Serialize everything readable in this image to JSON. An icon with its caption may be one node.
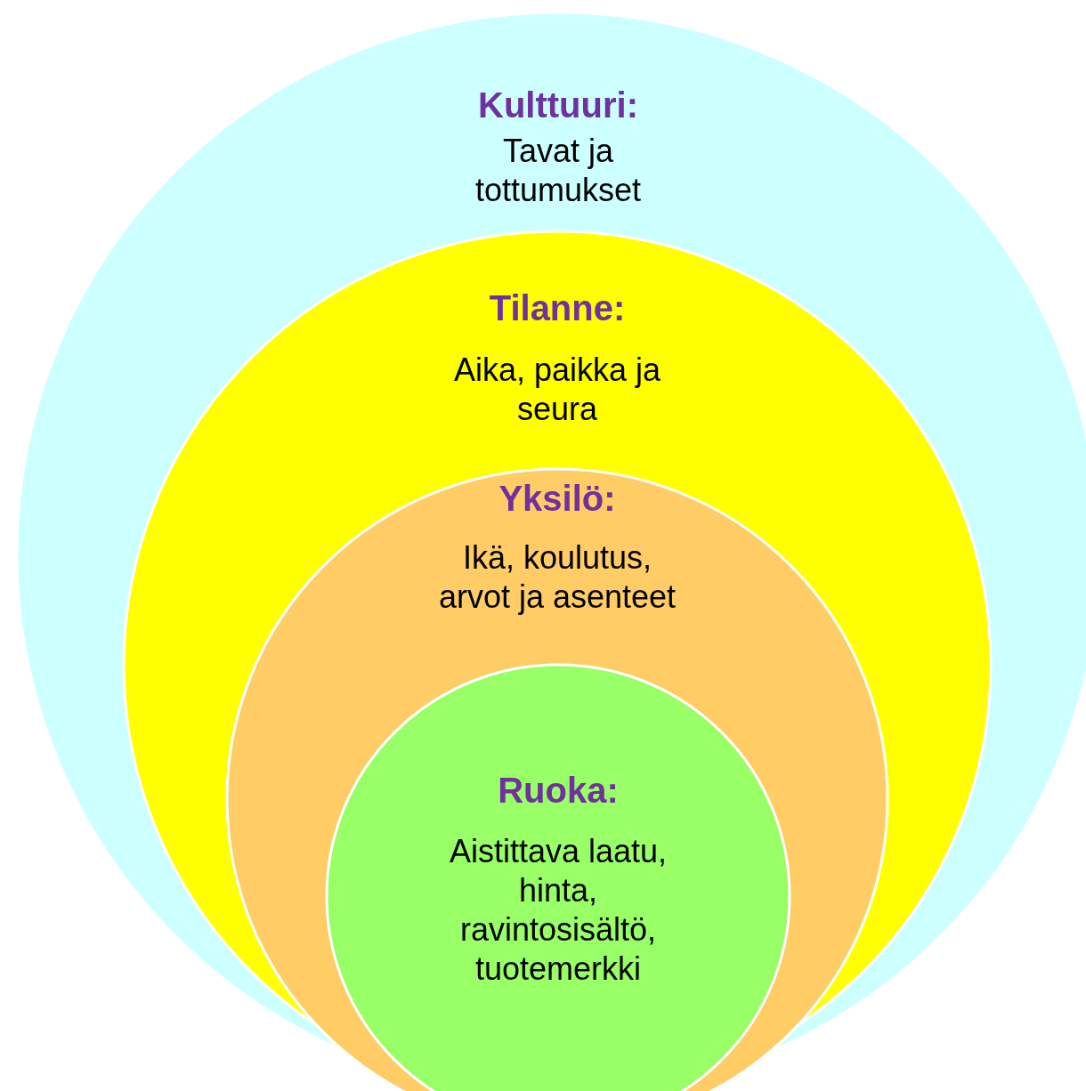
{
  "diagram": {
    "nodes": [
      {
        "text": [
          "Kulttuuri:",
          "Tavat ja tottumukset"
        ]
      },
      {
        "text": [
          "Tilanne:",
          "Aika, paikka ja seura"
        ],
        "in": 0
      },
      {
        "text": [
          "Yksilö:",
          "Ikä, koulutus, arvot ja asenteet"
        ],
        "in": 1
      },
      {
        "text": [
          "Ruoka:",
          "Aistittava laatu, hinta, ravintosisältö, tuotemerkki"
        ],
        "in": 2
      }
    ]
  }
}
